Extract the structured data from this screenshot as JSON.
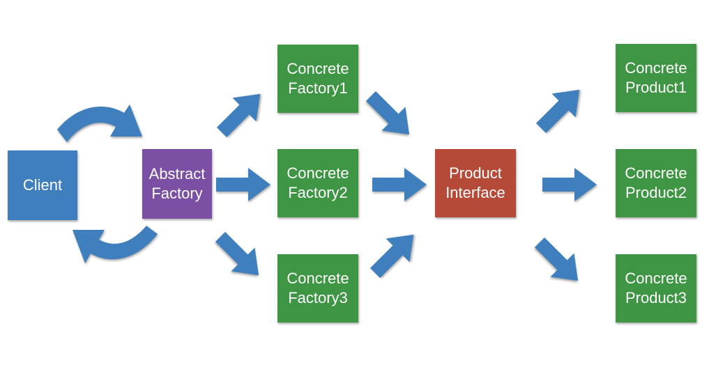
{
  "nodes": {
    "client": "Client",
    "abstract_factory": "Abstract\nFactory",
    "concrete_factory_1": "Concrete\nFactory1",
    "concrete_factory_2": "Concrete\nFactory2",
    "concrete_factory_3": "Concrete\nFactory3",
    "product_interface": "Product\nInterface",
    "concrete_product_1": "Concrete\nProduct1",
    "concrete_product_2": "Concrete\nProduct2",
    "concrete_product_3": "Concrete\nProduct3"
  },
  "colors": {
    "client": "#3f7fbd",
    "abstract_factory": "#7b4fa3",
    "concrete_factory": "#3e9543",
    "product_interface": "#b64a38",
    "concrete_product": "#3e9543",
    "arrow": "#3f7fbd"
  }
}
